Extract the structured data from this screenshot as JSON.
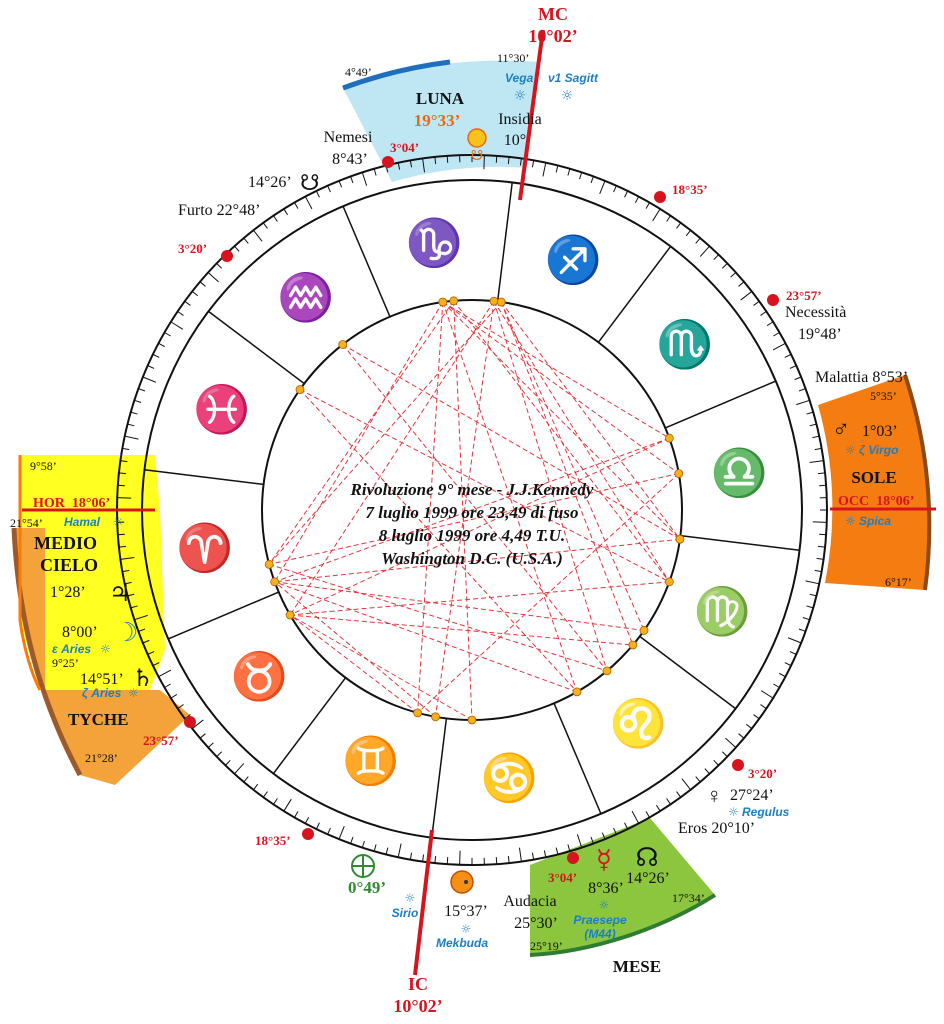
{
  "title_lines": [
    "Rivoluzione 9° mese - J.J.Kennedy",
    "7 luglio 1999 ore 23,49 di fuso",
    "8 luglio 1999 ore 4,49 T.U.",
    "Washington D.C. (U.S.A.)"
  ],
  "angles": {
    "mc_name": "MC",
    "mc_value": "10°02’",
    "ic_name": "IC",
    "ic_value": "10°02’",
    "hor": "HOR  18°06’",
    "occ": "OCC  18°06’"
  },
  "sectors": {
    "luna": {
      "name": "LUNA",
      "value": "19°33’",
      "start": "4°49’",
      "end": "11°30’",
      "color": "#bfe7f3",
      "edge": "#1f6fbf"
    },
    "sole": {
      "name": "SOLE",
      "start": "5°35’",
      "end": "6°17’",
      "color": "#f57c11",
      "edge": "#8a4a1a"
    },
    "medio_cielo": {
      "name_1": "MEDIO",
      "name_2": "CIELO",
      "start": "9°58’",
      "end": "9°25’",
      "color": "#ffff22"
    },
    "tyche": {
      "name": "TYCHE",
      "start": "21°54’",
      "end": "21°28’",
      "color": "#f4a23a",
      "edge": "#9c5a2a"
    },
    "mese": {
      "name": "MESE",
      "start": "25°19’",
      "end": "17°34’",
      "color": "#8cc63e",
      "edge": "#2e7d32"
    }
  },
  "cusp_labels": [
    "18°35’",
    "23°57’",
    "3°20’",
    "18°35’",
    "23°57’",
    "3°20’",
    "3°04’",
    "3°04’"
  ],
  "planets": [
    {
      "glyph": "♂",
      "name": "mars",
      "value": "1°03’",
      "star": "ζ Virgo"
    },
    {
      "glyph": "♃",
      "name": "jupiter",
      "value": "1°28’"
    },
    {
      "glyph": "☽",
      "name": "moon",
      "value": "8°00’",
      "star": "ε Aries"
    },
    {
      "glyph": "♄",
      "name": "saturn",
      "value": "14°51’",
      "star": "ζ Aries"
    },
    {
      "glyph": "♀",
      "name": "venus",
      "value": "27°24’",
      "star": "Regulus"
    },
    {
      "glyph": "☿",
      "name": "mercury",
      "value": "8°36’",
      "star": "Praesepe (M44)"
    },
    {
      "glyph": "☊",
      "name": "north-node",
      "value": "14°26’"
    },
    {
      "glyph": "☋",
      "name": "south-node",
      "value": "14°26’"
    },
    {
      "glyph": "⊕",
      "name": "fortune",
      "value": "0°49’"
    },
    {
      "glyph": "☉",
      "name": "sun",
      "value": "15°37’",
      "star": "Mekbuda"
    }
  ],
  "stars": [
    "Vega",
    "ν1 Sagitt",
    "Hamal",
    "Spica",
    "Sirio"
  ],
  "arabic_parts": [
    "Insidia",
    "10°",
    "Nemesi",
    "8°43’",
    "Furto 22°48’",
    "Necessità",
    "19°48’",
    "Malattia 8°53’",
    "Eros 20°10’",
    "Audacia",
    "25°30’"
  ],
  "signs": [
    "♑",
    "♐",
    "♏",
    "♎",
    "♍",
    "♌",
    "♋",
    "♊",
    "♉",
    "♈",
    "♓",
    "♒"
  ],
  "sign_names": [
    "capricorn-icon",
    "sagittarius-icon",
    "scorpio-icon",
    "libra-icon",
    "virgo-icon",
    "leo-icon",
    "cancer-icon",
    "gemini-icon",
    "taurus-icon",
    "aries-icon",
    "pisces-icon",
    "aquarius-icon"
  ],
  "colors": {
    "red": "#d7141e",
    "blue": "#1a7fc4",
    "green": "#2e8b2e",
    "orange_text": "#e86a10",
    "aspect": "#e0373d",
    "dot": "#f3b21a"
  }
}
